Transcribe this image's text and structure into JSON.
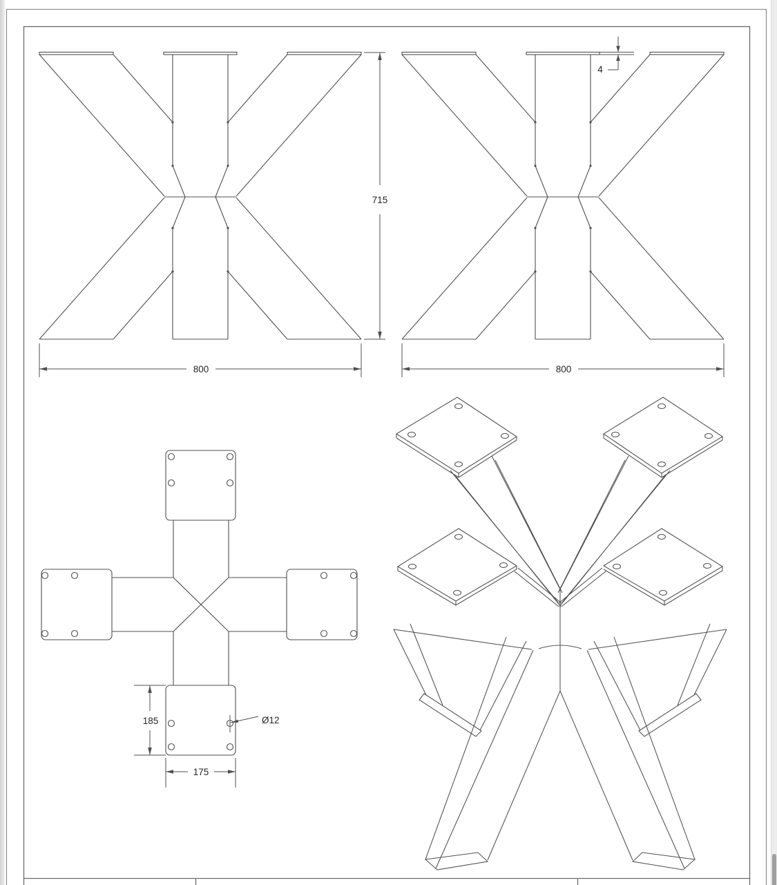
{
  "dimensions": {
    "front_width": "800",
    "front_height": "715",
    "side_width": "800",
    "plate_thickness": "4",
    "plate_length": "185",
    "plate_width": "175",
    "hole_diameter": "Ø12"
  },
  "colors": {
    "drawing_line": "#4f4f4f",
    "dimension_text": "#262626",
    "frame_outer": "#8c8c8c",
    "frame_inner": "#6a6a6a",
    "page_background": "#ffffff",
    "scrollbar_thumb": "#9e9e9e"
  }
}
